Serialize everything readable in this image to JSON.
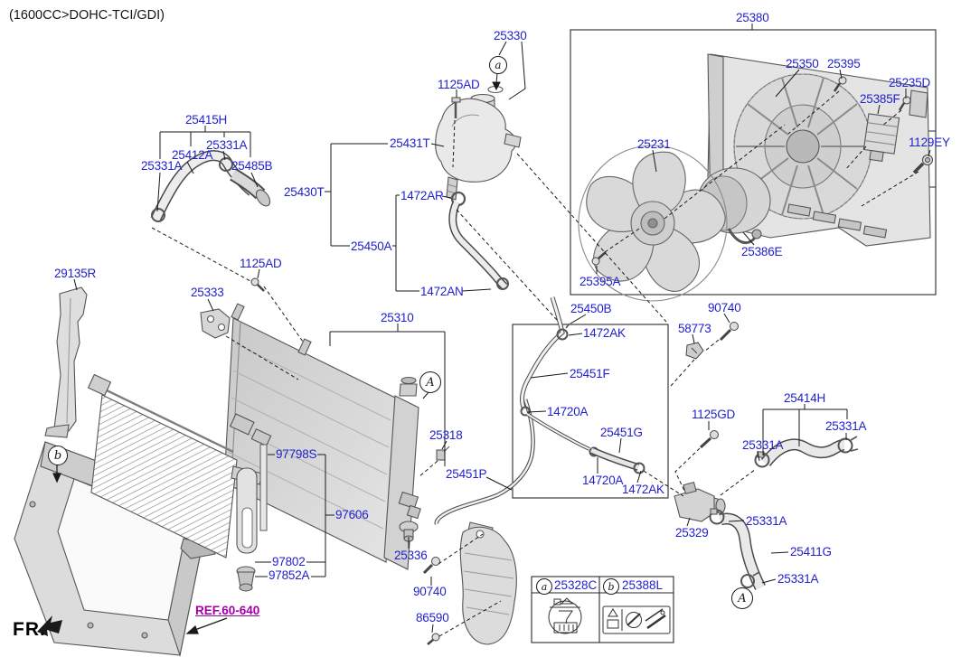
{
  "header": {
    "variant": "(1600CC>DOHC-TCI/GDI)"
  },
  "colors": {
    "label_blue": "#2121cd",
    "reference_magenta": "#a100a8",
    "line": "#1a1a1a",
    "part_fill": "#e0e0e0"
  },
  "diagram": {
    "part_labels": [
      {
        "text": "25415H"
      },
      {
        "text": "25331A"
      },
      {
        "text": "25412A"
      },
      {
        "text": "25331A"
      },
      {
        "text": "25485B"
      },
      {
        "text": "25330"
      },
      {
        "text": "1125AD"
      },
      {
        "text": "25431T"
      },
      {
        "text": "25430T"
      },
      {
        "text": "1472AR"
      },
      {
        "text": "25450A"
      },
      {
        "text": "1472AN"
      },
      {
        "text": "25380"
      },
      {
        "text": "25350"
      },
      {
        "text": "25395"
      },
      {
        "text": "25235D"
      },
      {
        "text": "25385F"
      },
      {
        "text": "1129EY"
      },
      {
        "text": "25231"
      },
      {
        "text": "25386E"
      },
      {
        "text": "25395A"
      },
      {
        "text": "29135R"
      },
      {
        "text": "1125AD"
      },
      {
        "text": "25333"
      },
      {
        "text": "25310"
      },
      {
        "text": "25318"
      },
      {
        "text": "25451P"
      },
      {
        "text": "25336"
      },
      {
        "text": "97798S"
      },
      {
        "text": "97606"
      },
      {
        "text": "97802"
      },
      {
        "text": "97852A"
      },
      {
        "text": "90740"
      },
      {
        "text": "58773"
      },
      {
        "text": "25450B"
      },
      {
        "text": "1472AK"
      },
      {
        "text": "25451F"
      },
      {
        "text": "14720A"
      },
      {
        "text": "25451G"
      },
      {
        "text": "14720A"
      },
      {
        "text": "1472AK"
      },
      {
        "text": "1125GD"
      },
      {
        "text": "25414H"
      },
      {
        "text": "25331A"
      },
      {
        "text": "25331A"
      },
      {
        "text": "25329"
      },
      {
        "text": "25331A"
      },
      {
        "text": "25411G"
      },
      {
        "text": "25331A"
      },
      {
        "text": "90740"
      },
      {
        "text": "86590"
      }
    ],
    "callouts": [
      {
        "letter": "a"
      },
      {
        "letter": "b"
      },
      {
        "letter": "A"
      },
      {
        "letter": "A"
      }
    ]
  },
  "legend": {
    "items": [
      {
        "key": "a",
        "part_no": "25328C"
      },
      {
        "key": "b",
        "part_no": "25388L"
      }
    ]
  },
  "footer": {
    "front_label": "FR.",
    "reference": "REF.60-640"
  }
}
